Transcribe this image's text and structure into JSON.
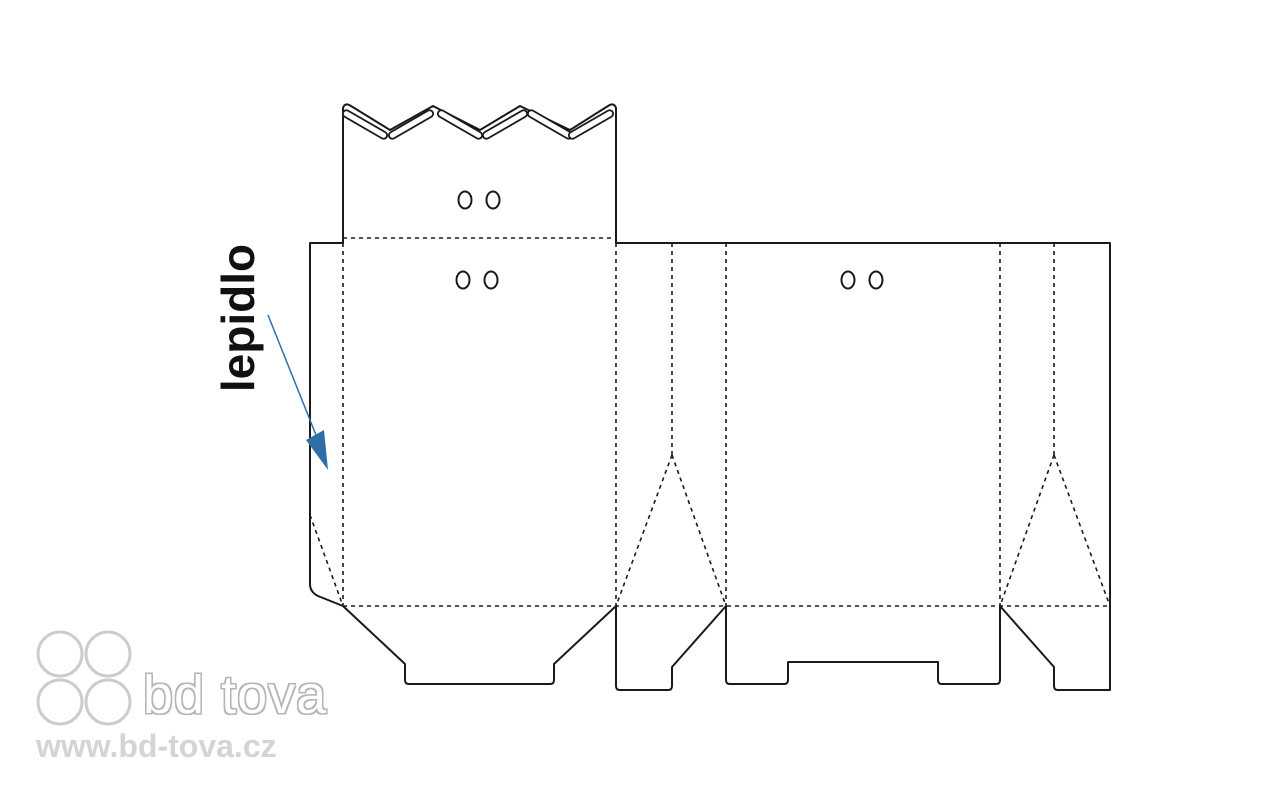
{
  "annotation": {
    "glue_label": "lepidlo"
  },
  "watermark": {
    "brand": "bd tova",
    "url": "www.bd-tova.cz"
  },
  "colors": {
    "line": "#1a1a1a",
    "arrow": "#2f6fa8",
    "watermark": "#cccccc"
  },
  "line_styles": {
    "cut": "solid",
    "fold": "dashed"
  }
}
